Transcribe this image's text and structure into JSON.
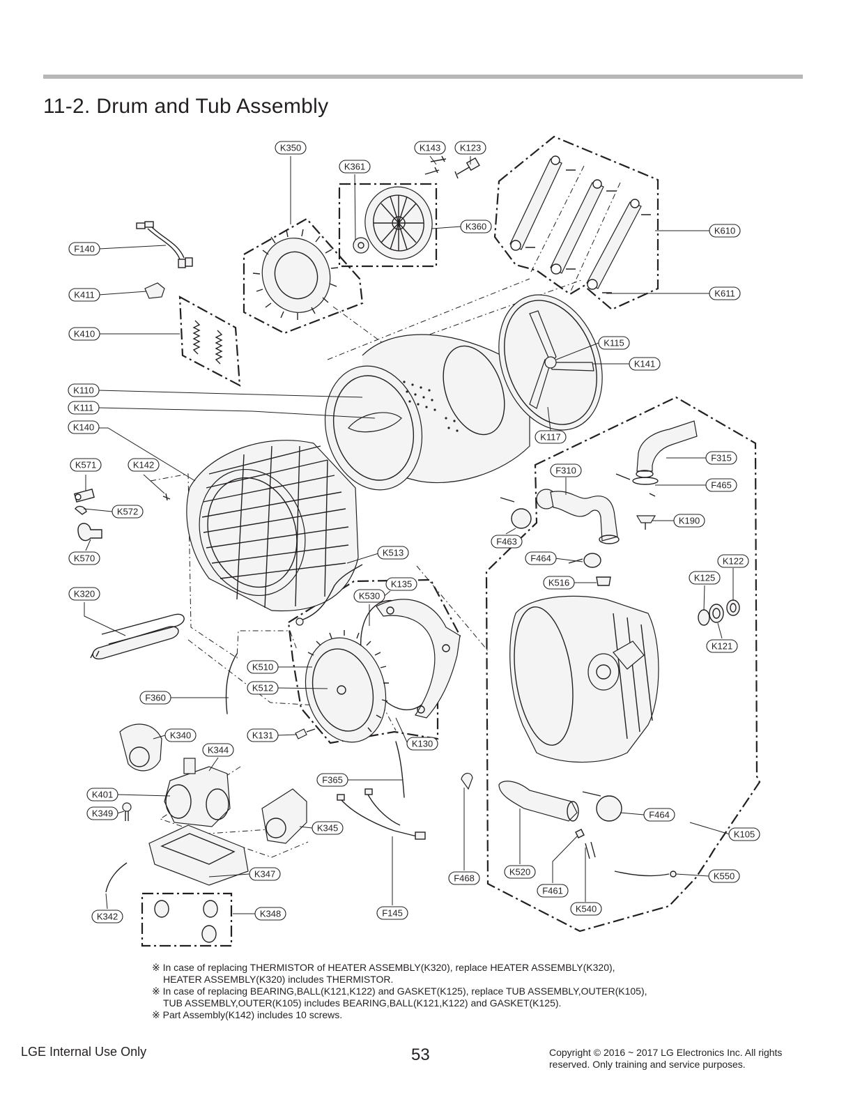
{
  "header": {
    "title": "11-2. Drum and Tub Assembly"
  },
  "callouts": [
    "K350",
    "K143",
    "K123",
    "K361",
    "K360",
    "F140",
    "K610",
    "K411",
    "K611",
    "K410",
    "K115",
    "K141",
    "K110",
    "K111",
    "K140",
    "K117",
    "F315",
    "K571",
    "K142",
    "F310",
    "F465",
    "K572",
    "K190",
    "F463",
    "K570",
    "K513",
    "F464",
    "K122",
    "K135",
    "K125",
    "K516",
    "K320",
    "K530",
    "K121",
    "K510",
    "K512",
    "F360",
    "K340",
    "K131",
    "K130",
    "K344",
    "F365",
    "K401",
    "K349",
    "K345",
    "F464",
    "K105",
    "K347",
    "K520",
    "F468",
    "K550",
    "F461",
    "K342",
    "K348",
    "F145",
    "K540"
  ],
  "notes": [
    "※ In case of replacing THERMISTOR of HEATER ASSEMBLY(K320), replace HEATER ASSEMBLY(K320),",
    "HEATER ASSEMBLY(K320) includes THERMISTOR.",
    "※ In case of replacing BEARING,BALL(K121,K122) and GASKET(K125), replace TUB ASSEMBLY,OUTER(K105),",
    "TUB ASSEMBLY,OUTER(K105) includes BEARING,BALL(K121,K122) and GASKET(K125).",
    "※ Part Assembly(K142) includes 10 screws."
  ],
  "footer": {
    "left": "LGE Internal Use Only",
    "page_number": "53",
    "copyright_line1": "Copyright © 2016 ~ 2017 LG Electronics Inc. All rights",
    "copyright_line2": "reserved. Only training and service purposes."
  }
}
